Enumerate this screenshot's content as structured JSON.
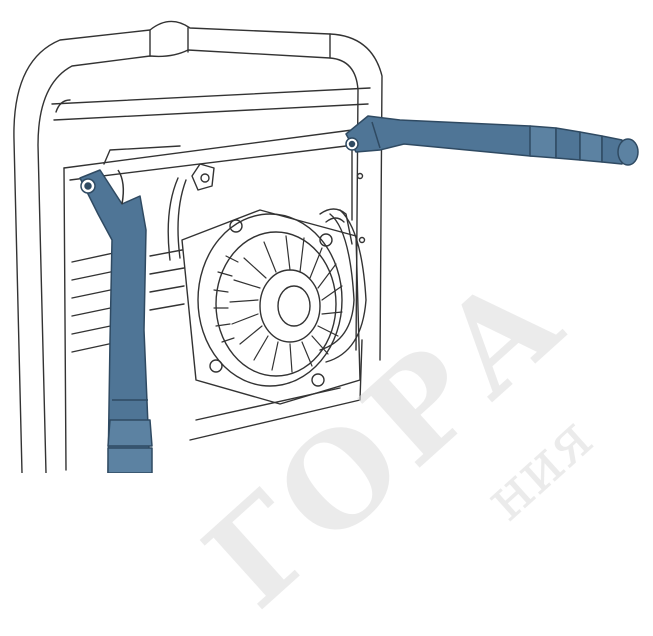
{
  "watermark": {
    "main_text": "ГОРА",
    "sub_text": "ния"
  },
  "illustration": {
    "colors": {
      "line": "#333333",
      "handle_fill": "#4f7596",
      "handle_stroke": "#2f4a62",
      "background": "#ffffff"
    },
    "parts": [
      "frame-tube",
      "engine-recoil-cover",
      "left-handle",
      "right-handle"
    ]
  }
}
